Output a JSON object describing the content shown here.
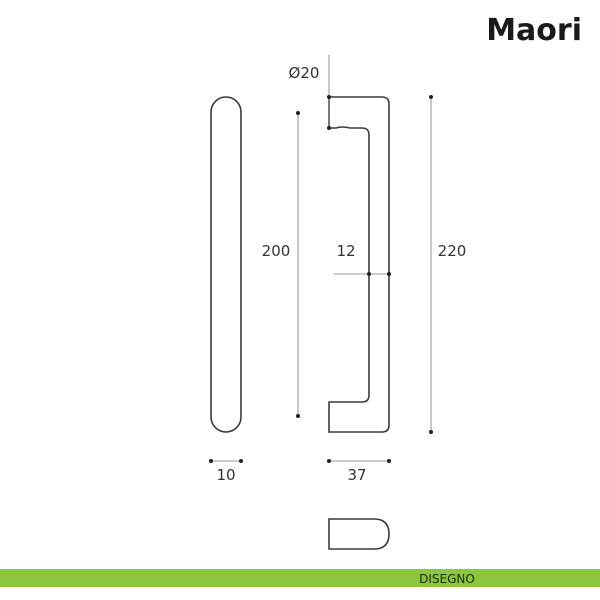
{
  "title": "Maori",
  "dimensions": {
    "diameter": "Ø20",
    "length_front": "200",
    "length_side": "220",
    "thickness": "12",
    "width_front": "10",
    "depth_side": "37"
  },
  "footer": {
    "label": "DISEGNO",
    "color": "#8cc63f"
  }
}
